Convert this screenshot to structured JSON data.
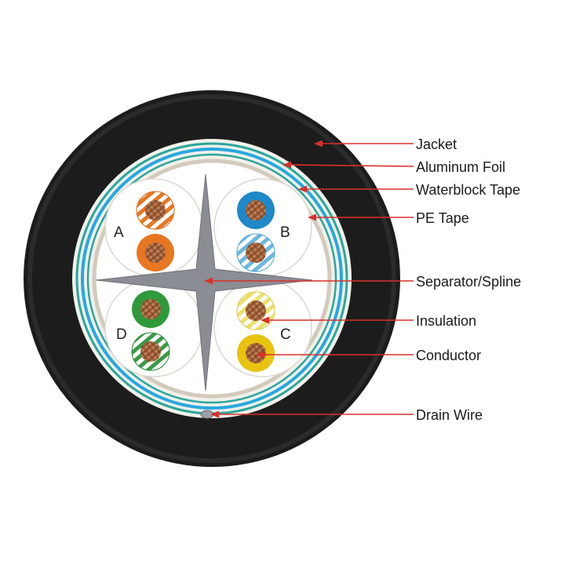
{
  "diagram": {
    "callouts": [
      {
        "id": "jacket",
        "label": "Jacket"
      },
      {
        "id": "aluminum-foil",
        "label": "Aluminum Foil"
      },
      {
        "id": "waterblock-tape",
        "label": "Waterblock Tape"
      },
      {
        "id": "pe-tape",
        "label": "PE Tape"
      },
      {
        "id": "separator-spline",
        "label": "Separator/Spline"
      },
      {
        "id": "insulation",
        "label": "Insulation"
      },
      {
        "id": "conductor",
        "label": "Conductor"
      },
      {
        "id": "drain-wire",
        "label": "Drain Wire"
      }
    ],
    "pairs": [
      {
        "letter": "A",
        "color": "#e87722"
      },
      {
        "letter": "B",
        "color": "#1e88c8"
      },
      {
        "letter": "C",
        "color": "#e8c410"
      },
      {
        "letter": "D",
        "color": "#2e9a3c"
      }
    ],
    "colors": {
      "jacket": "#1c1c1c",
      "aluminum_foil": "#e6e3dc",
      "waterblock_tape": "#27a8df",
      "teal_stripe": "#2aa79b",
      "pe_tape": "#d3cabc",
      "spline": "#8a8d93",
      "copper": "#a9663e",
      "callout_line": "#d9302b"
    }
  }
}
